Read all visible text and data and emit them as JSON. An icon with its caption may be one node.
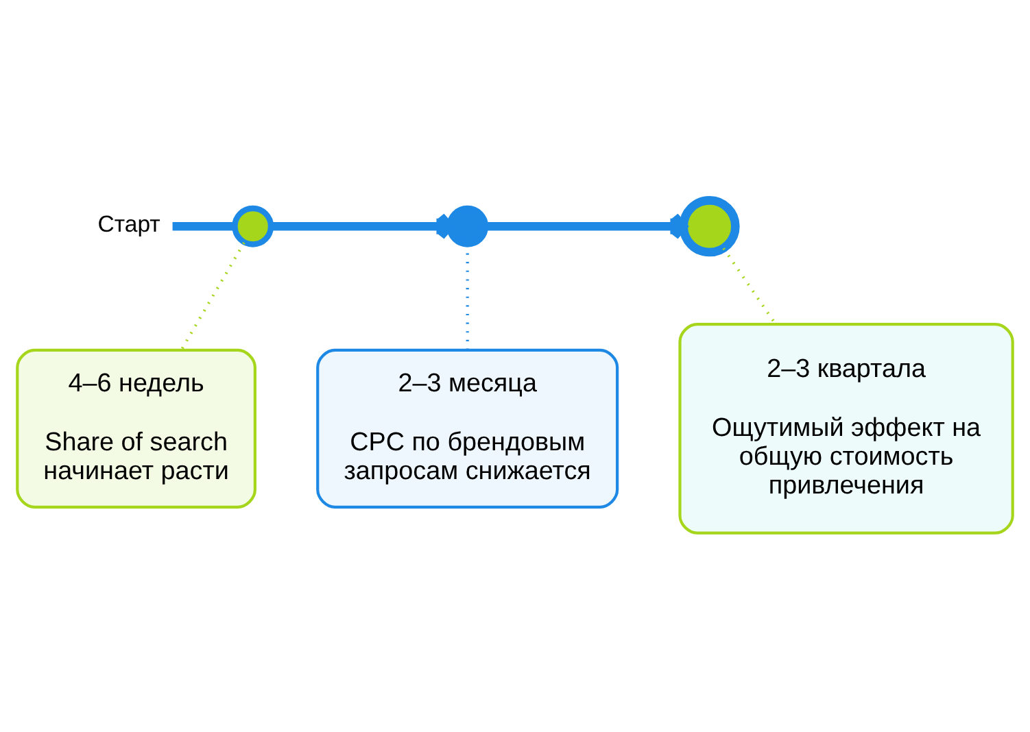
{
  "diagram": {
    "nodes": [
      {
        "text": [
          "Старт"
        ]
      },
      {
        "text": [],
        "shape": "circle"
      },
      {
        "text": [],
        "shape": "circle"
      },
      {
        "text": [],
        "shape": "circle"
      },
      {
        "text": [
          "4–6 недель",
          "Share of search начинает расти"
        ]
      },
      {
        "text": [
          "2–3 месяца",
          "CPC по брендовым запросам снижается"
        ]
      },
      {
        "text": [
          "2–3 квартала",
          "Ощутимый эффект на общую стоимость привлечения"
        ]
      }
    ],
    "edges": [
      {
        "from": 0,
        "to": 1,
        "arrow": "none",
        "style": "thick"
      },
      {
        "from": 1,
        "to": 2,
        "arrow": "to",
        "style": "thick"
      },
      {
        "from": 2,
        "to": 3,
        "arrow": "to",
        "style": "thick"
      },
      {
        "from": 1,
        "to": 4,
        "arrow": "none",
        "style": "dashed",
        "color": "#a6d61c"
      },
      {
        "from": 2,
        "to": 5,
        "arrow": "none",
        "style": "dashed"
      },
      {
        "from": 3,
        "to": 6,
        "arrow": "none",
        "style": "dashed",
        "color": "#a6d61c"
      }
    ]
  }
}
